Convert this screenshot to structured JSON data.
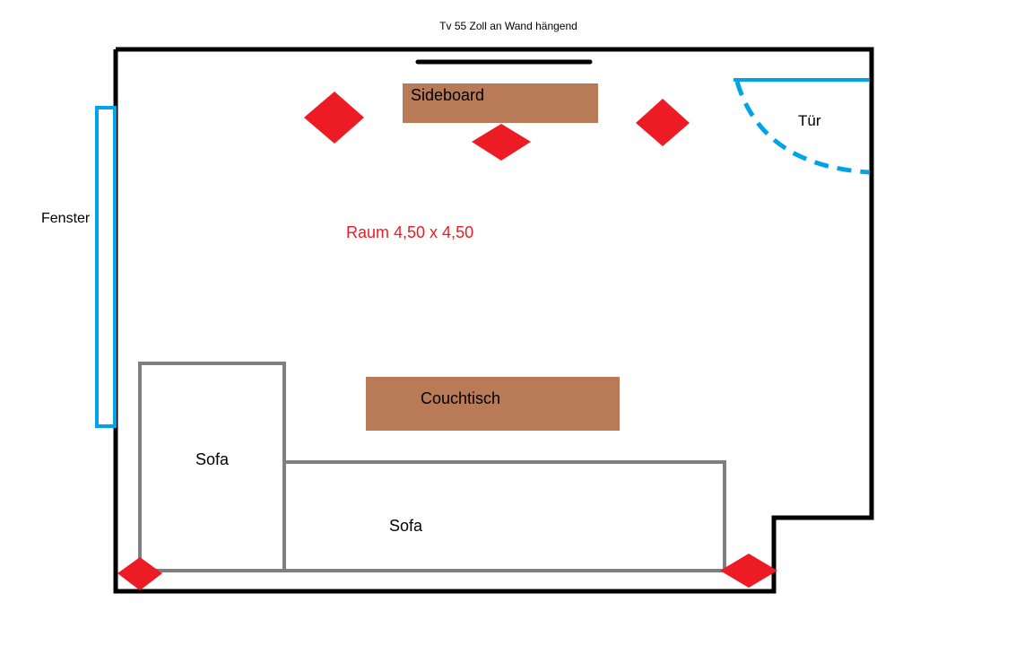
{
  "title": "Tv 55 Zoll an Wand hängend",
  "room_label": "Raum 4,50 x 4,50",
  "labels": {
    "sideboard": "Sideboard",
    "door": "Tür",
    "window": "Fenster",
    "coffee_table": "Couchtisch",
    "sofa_left": "Sofa",
    "sofa_bottom": "Sofa"
  },
  "speakers": {
    "count": 5,
    "icon": "red-diamond"
  },
  "colors": {
    "wall": "#000000",
    "furniture_wood": "#b97a57",
    "sofa_outline": "#7f7f7f",
    "window_door": "#00a2e8",
    "speaker": "#ed1c24",
    "room_label": "#ed1c24"
  }
}
